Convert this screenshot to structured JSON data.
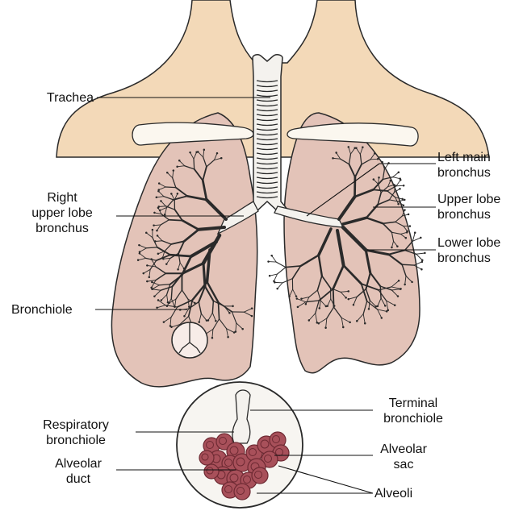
{
  "labels": {
    "trachea": "Trachea",
    "right_upper_lobe_bronchus": [
      "Right",
      "upper lobe",
      "bronchus"
    ],
    "bronchiole": "Bronchiole",
    "left_main_bronchus": [
      "Left main",
      "bronchus"
    ],
    "upper_lobe_bronchus": [
      "Upper lobe",
      "bronchus"
    ],
    "lower_lobe_bronchus": [
      "Lower lobe",
      "bronchus"
    ],
    "respiratory_bronchiole": [
      "Respiratory",
      "bronchiole"
    ],
    "alveolar_duct": [
      "Alveolar",
      "duct"
    ],
    "terminal_bronchiole": [
      "Terminal",
      "bronchiole"
    ],
    "alveolar_sac": [
      "Alveolar",
      "sac"
    ],
    "alveoli": "Alveoli"
  },
  "colors": {
    "skin": "#f3d9b8",
    "lung": "#e3c3b8",
    "airway": "#f4f2ee",
    "outline": "#2a2a2a",
    "alveoli": "#a8505a",
    "alveoli_dark": "#6e2a33"
  }
}
